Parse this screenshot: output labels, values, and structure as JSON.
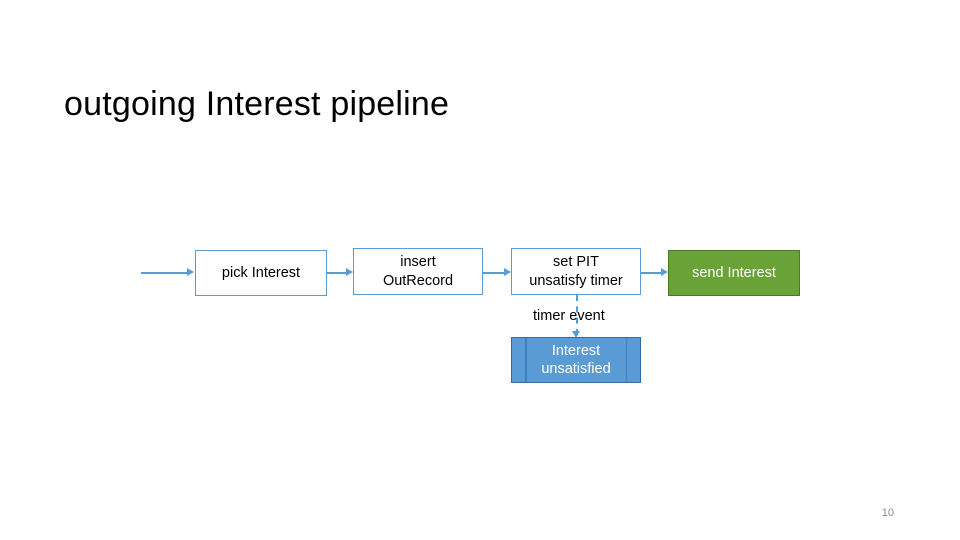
{
  "slide": {
    "title": "outgoing Interest pipeline",
    "page_number": "10",
    "background_color": "#ffffff"
  },
  "colors": {
    "connector_blue": "#5b9bd5",
    "box_border_blue": "#5b9bd5",
    "green_fill": "#69a338",
    "green_border": "#447d22",
    "process_fill": "#5b9bd5",
    "process_border": "#2e6da4",
    "text_black": "#000000",
    "text_white": "#ffffff",
    "page_number_gray": "#8a8a8a"
  },
  "flowchart": {
    "nodes": [
      {
        "id": "pick-interest",
        "label": "pick Interest",
        "style": "plain"
      },
      {
        "id": "insert-outrecord",
        "label": "insert\nOutRecord",
        "line1": "insert",
        "line2": "OutRecord",
        "style": "plain"
      },
      {
        "id": "set-pit-timer",
        "label": "set PIT\nunsatisfy timer",
        "line1": "set PIT",
        "line2": "unsatisfy timer",
        "style": "plain"
      },
      {
        "id": "send-interest",
        "label": "send Interest",
        "style": "green"
      },
      {
        "id": "interest-unsatisfied",
        "label": "Interest\nunsatisfied",
        "line1": "Interest",
        "line2": "unsatisfied",
        "style": "process"
      }
    ],
    "edges": [
      {
        "id": "entry-to-pick",
        "from": "",
        "to": "pick-interest",
        "label": "",
        "style": "solid"
      },
      {
        "id": "pick-to-insert",
        "from": "pick-interest",
        "to": "insert-outrecord",
        "label": "",
        "style": "solid"
      },
      {
        "id": "insert-to-setpit",
        "from": "insert-outrecord",
        "to": "set-pit-timer",
        "label": "",
        "style": "solid"
      },
      {
        "id": "setpit-to-send",
        "from": "set-pit-timer",
        "to": "send-interest",
        "label": "",
        "style": "solid"
      },
      {
        "id": "setpit-to-unsatisfied",
        "from": "set-pit-timer",
        "to": "interest-unsatisfied",
        "label": "timer event",
        "style": "dashed"
      }
    ]
  }
}
